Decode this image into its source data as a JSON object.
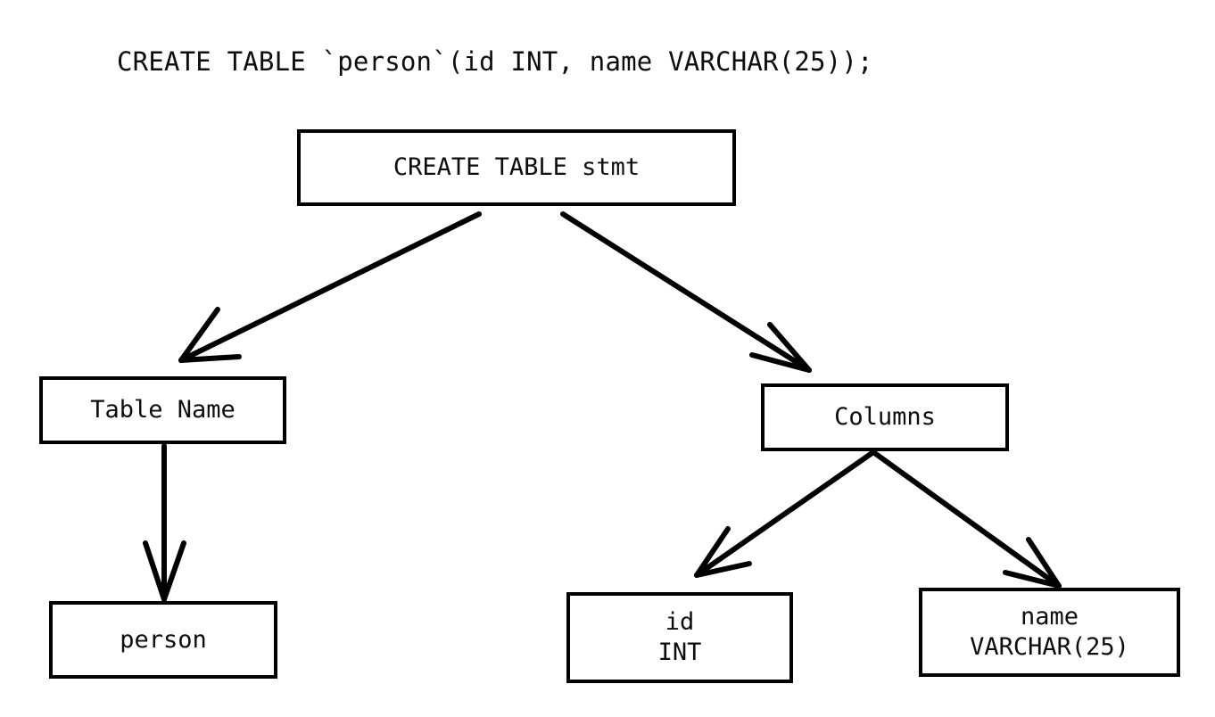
{
  "page": {
    "title_statement": "CREATE TABLE `person`(id INT, name VARCHAR(25));",
    "background_color": "#ffffff",
    "stroke_color": "#000000"
  },
  "diagram": {
    "type": "parse-tree",
    "nodes": [
      {
        "id": "root",
        "lines": [
          "CREATE TABLE stmt"
        ],
        "line1": "CREATE TABLE stmt"
      },
      {
        "id": "table-name",
        "lines": [
          "Table Name"
        ],
        "line1": "Table Name"
      },
      {
        "id": "person",
        "lines": [
          "person"
        ],
        "line1": "person"
      },
      {
        "id": "columns",
        "lines": [
          "Columns"
        ],
        "line1": "Columns"
      },
      {
        "id": "col-id",
        "lines": [
          "id",
          "INT"
        ],
        "line1": "id",
        "line2": "INT"
      },
      {
        "id": "col-name",
        "lines": [
          "name",
          "VARCHAR(25)"
        ],
        "line1": "name",
        "line2": "VARCHAR(25)"
      }
    ],
    "edges": [
      {
        "id": "root-to-table-name",
        "from": "root",
        "to": "table-name"
      },
      {
        "id": "root-to-columns",
        "from": "root",
        "to": "columns"
      },
      {
        "id": "table-name-to-person",
        "from": "table-name",
        "to": "person"
      },
      {
        "id": "columns-to-col-id",
        "from": "columns",
        "to": "col-id"
      },
      {
        "id": "columns-to-col-name",
        "from": "columns",
        "to": "col-name"
      }
    ]
  }
}
